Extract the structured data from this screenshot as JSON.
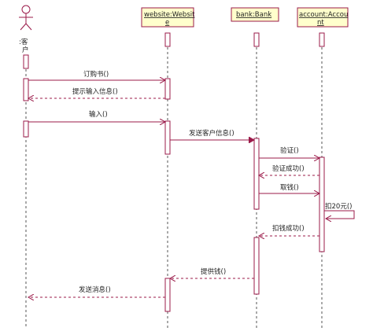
{
  "diagram": {
    "actor": {
      "label_line1": ":客",
      "label_line2": "户"
    },
    "objects": [
      {
        "label_line1": "website:Websit",
        "label_line2": "e"
      },
      {
        "label_line1": "bank:Bank",
        "label_line2": ""
      },
      {
        "label_line1": "account:Accou",
        "label_line2": "nt"
      }
    ],
    "messages": [
      {
        "label": "订购书()"
      },
      {
        "label": "提示输入信息()"
      },
      {
        "label": "输入()"
      },
      {
        "label": "发送客户信息()"
      },
      {
        "label": "验证()"
      },
      {
        "label": "验证成功()"
      },
      {
        "label": "取钱()"
      },
      {
        "label": "扣20元()"
      },
      {
        "label": "扣钱成功()"
      },
      {
        "label": "提供钱()"
      },
      {
        "label": "发送消息()"
      }
    ],
    "colors": {
      "lifeline": "#555555",
      "activation_border": "#9b1b4a",
      "object_fill": "#ffffcc",
      "object_border": "#9b1b4a",
      "message_line": "#9b1b4a"
    }
  }
}
